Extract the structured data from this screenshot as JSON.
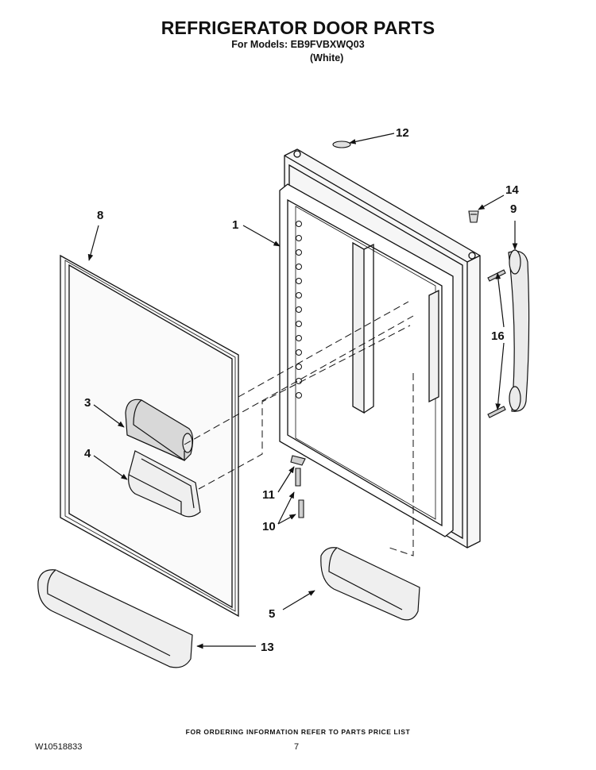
{
  "header": {
    "title": "REFRIGERATOR DOOR PARTS",
    "models_line": "For Models: EB9FVBXWQ03",
    "variant": "(White)"
  },
  "callouts": {
    "c1": "1",
    "c3": "3",
    "c4": "4",
    "c5": "5",
    "c8": "8",
    "c9": "9",
    "c10": "10",
    "c11": "11",
    "c12": "12",
    "c13": "13",
    "c14": "14",
    "c16": "16"
  },
  "footer": {
    "note": "FOR ORDERING INFORMATION REFER TO PARTS PRICE LIST",
    "doc_id": "W10518833",
    "page": "7"
  }
}
